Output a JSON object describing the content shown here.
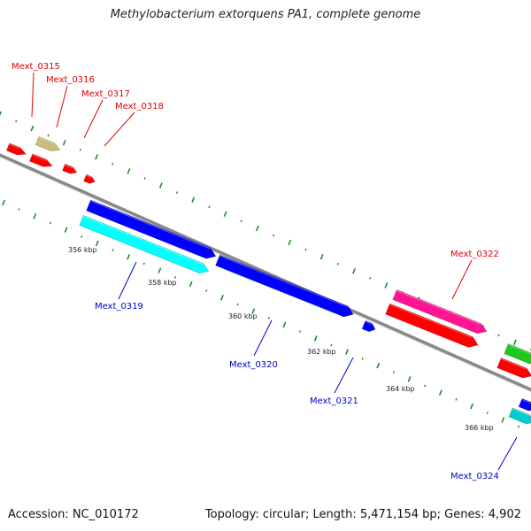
{
  "title": "Methylobacterium extorquens PA1, complete genome",
  "footer": {
    "accession": "Accession: NC_010172",
    "summary": "Topology: circular; Length: 5,471,154 bp; Genes: 4,902"
  },
  "ticks": [
    "356 kbp",
    "358 kbp",
    "360 kbp",
    "362 kbp",
    "364 kbp",
    "366 kbp"
  ],
  "genes": {
    "forward": [
      {
        "label": "Mext_0315",
        "color": "#ff0000"
      },
      {
        "label": "Mext_0316",
        "color": "#c8bd7a"
      },
      {
        "label": "Mext_0317",
        "color": "#ff0000"
      },
      {
        "label": "Mext_0318",
        "color": "#ff0000"
      },
      {
        "label": "Mext_0322",
        "color": "#ff1493"
      },
      {
        "label": "",
        "color": "#ff0000"
      },
      {
        "label": "",
        "color": "#1ec81e"
      },
      {
        "label": "",
        "color": "#ff0000"
      }
    ],
    "reverse": [
      {
        "label": "Mext_0319",
        "color": "#00ffff"
      },
      {
        "label": "",
        "color": "#0000ff"
      },
      {
        "label": "Mext_0320",
        "color": "#0000ff"
      },
      {
        "label": "Mext_0321",
        "color": "#0000ff"
      },
      {
        "label": "",
        "color": "#0000ff"
      },
      {
        "label": "Mext_0324",
        "color": "#00cdd1"
      }
    ]
  },
  "colors": {
    "forward_label": "#e00000",
    "reverse_label": "#0000cc",
    "backbone": "#888888",
    "tick_marks": "#228b22"
  }
}
